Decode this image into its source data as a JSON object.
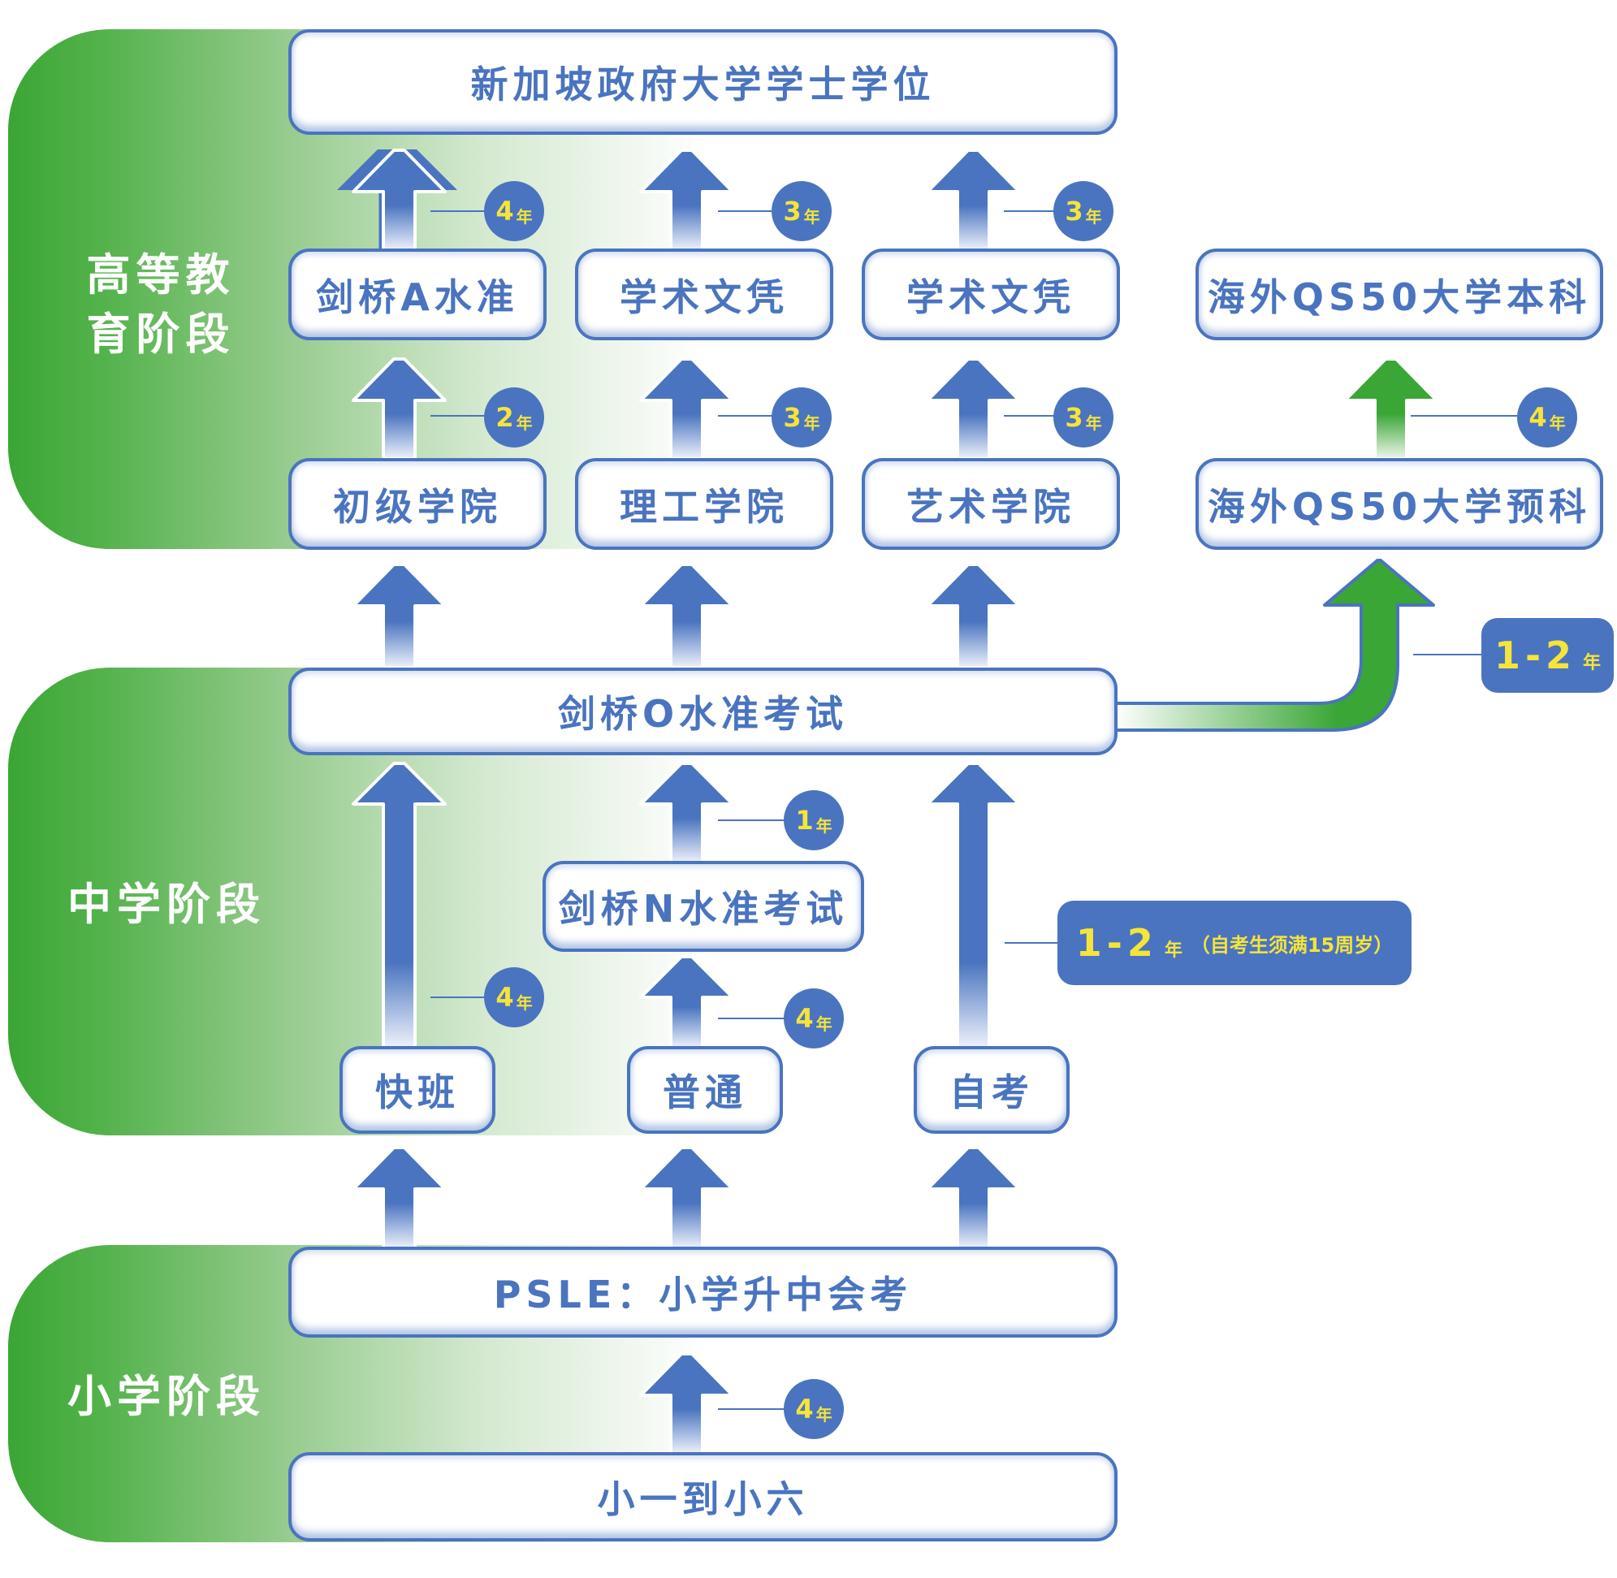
{
  "stages": {
    "higher": "高等教育阶段",
    "secondary": "中学阶段",
    "primary": "小学阶段"
  },
  "boxes": {
    "degree": "新加坡政府大学学士学位",
    "a_level": "剑桥A水准",
    "diploma_1": "学术文凭",
    "diploma_2": "学术文凭",
    "overseas_bachelor": "海外QS50大学本科",
    "junior_college": "初级学院",
    "polytechnic": "理工学院",
    "arts_institution": "艺术学院",
    "overseas_foundation": "海外QS50大学预科",
    "o_level": "剑桥O水准考试",
    "n_level": "剑桥N水准考试",
    "express": "快班",
    "normal": "普通",
    "private_candidate": "自考",
    "psle": "PSLE：小学升中会考",
    "primary_1_6": "小一到小六"
  },
  "durations": {
    "unit": "年",
    "a_to_degree": "4",
    "dip1_to_degree": "3",
    "dip2_to_degree": "3",
    "jc_to_a": "2",
    "poly_to_dip": "3",
    "arts_to_dip": "3",
    "foundation_to_bachelor": "4",
    "nlevel_to_olevel": "1",
    "express_to_olevel": "4",
    "normal_to_nlevel": "4",
    "primary_to_psle": "4",
    "olevel_to_foundation": "1-2",
    "private_to_olevel": "1-2",
    "private_note": "（自考生须满15周岁）"
  },
  "colors": {
    "blue": "#4a74bf",
    "green": "#3aa635",
    "yellow": "#f5e43a"
  }
}
